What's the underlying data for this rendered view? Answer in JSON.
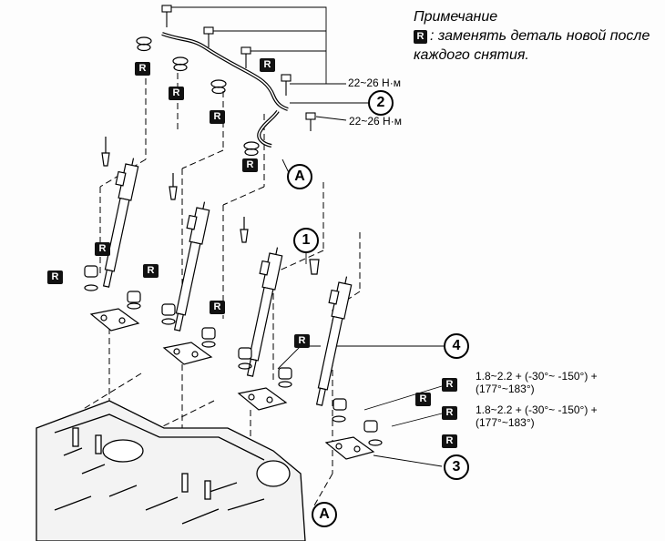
{
  "note": {
    "title": "Примечание",
    "icon": "R",
    "text": ": заменять деталь новой после каждого снятия."
  },
  "torques": {
    "pipe_bolt_1": "22~26 Н·м",
    "pipe_bolt_2": "22~26 Н·м",
    "clamp_bolt_1_line1": "1.8~2.2 + (-30°~ -150°) +",
    "clamp_bolt_1_line2": "(177°~183°)",
    "clamp_bolt_2_line1": "1.8~2.2 + (-30°~ -150°) +",
    "clamp_bolt_2_line2": "(177°~183°)"
  },
  "callouts": {
    "c1": "1",
    "c2": "2",
    "c3": "3",
    "c4": "4",
    "a_top": "A",
    "a_bottom": "A"
  },
  "replace_tag": "R",
  "colors": {
    "ink": "#000000",
    "tag_bg": "#111111",
    "tag_text": "#ffffff",
    "paper": "#ffffff"
  }
}
